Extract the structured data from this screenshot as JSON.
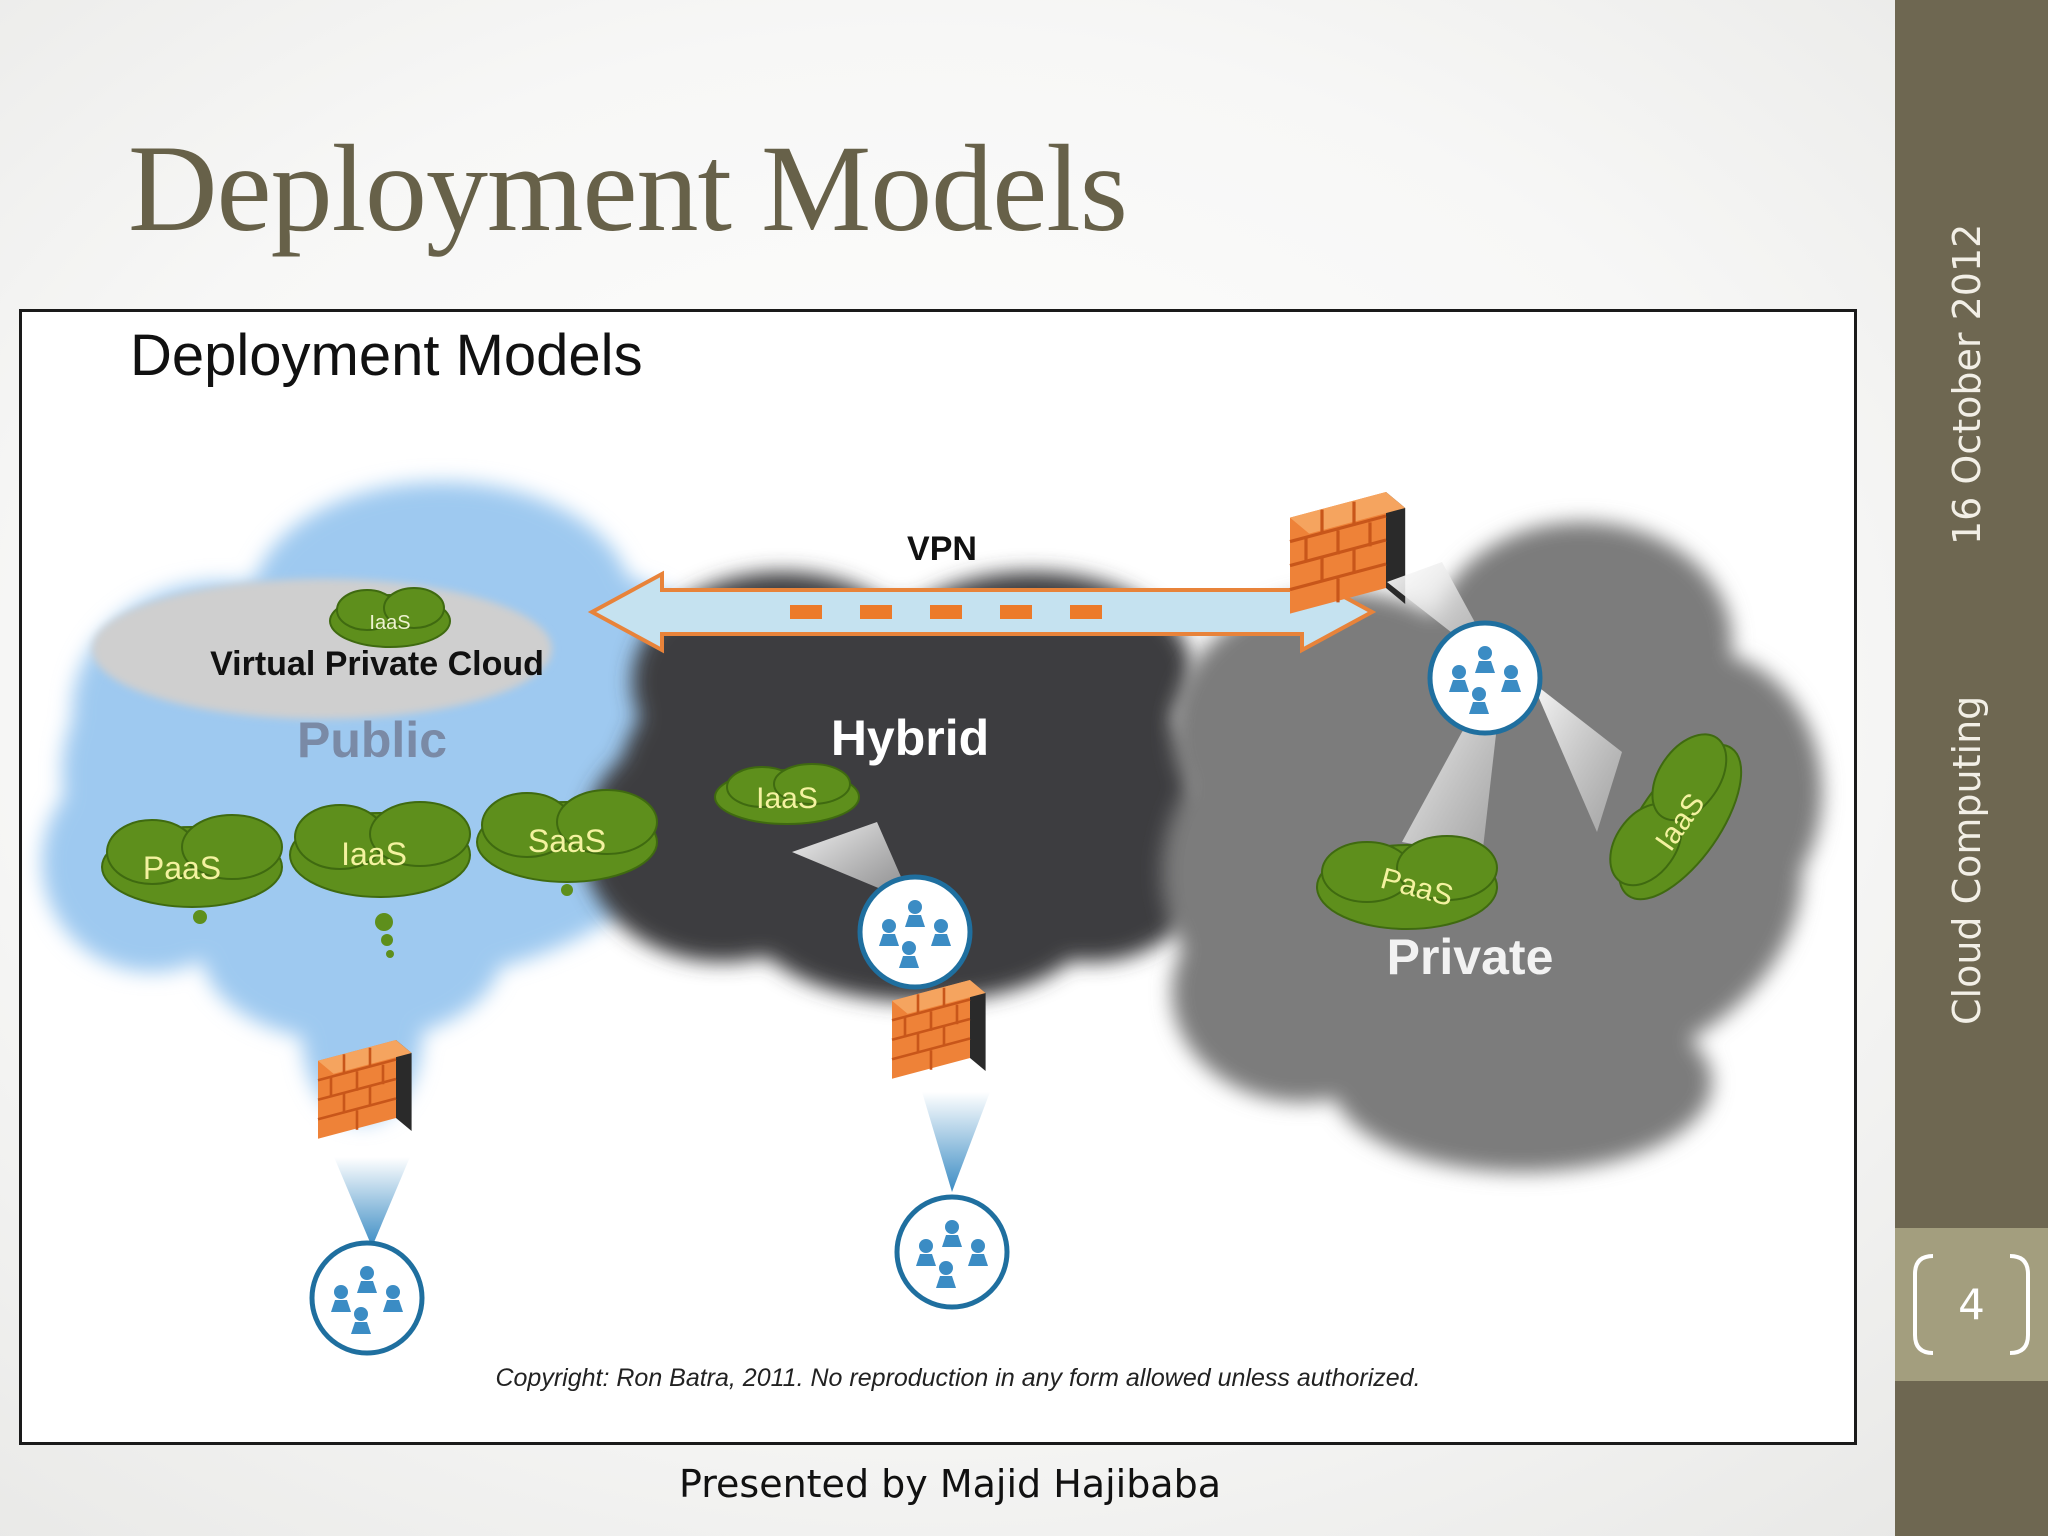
{
  "slide": {
    "title": "Deployment Models",
    "date": "16 October 2012",
    "subject": "Cloud Computing",
    "page_number": "4",
    "footer": "Presented by Majid Hajibaba"
  },
  "figure": {
    "title": "Deployment Models",
    "vpn_label": "VPN",
    "vpc_label": "Virtual Private Cloud",
    "vpc_service": "IaaS",
    "public_label": "Public",
    "public_services": [
      "PaaS",
      "IaaS",
      "SaaS"
    ],
    "hybrid_label": "Hybrid",
    "hybrid_service": "IaaS",
    "private_label": "Private",
    "private_services": [
      "PaaS",
      "IaaS"
    ],
    "copyright": "Copyright: Ron Batra, 2011.  No reproduction in any form allowed unless authorized."
  },
  "colors": {
    "title": "#676149",
    "sidebar": "#6e6751",
    "page_box": "#a39e7e",
    "public_cloud": "#9ec9f0",
    "hybrid_cloud": "#3e3e40",
    "private_cloud": "#7c7c7c",
    "service_cloud": "#5e8f1c",
    "firewall": "#ea7a32",
    "users": "#3b8cc4"
  }
}
